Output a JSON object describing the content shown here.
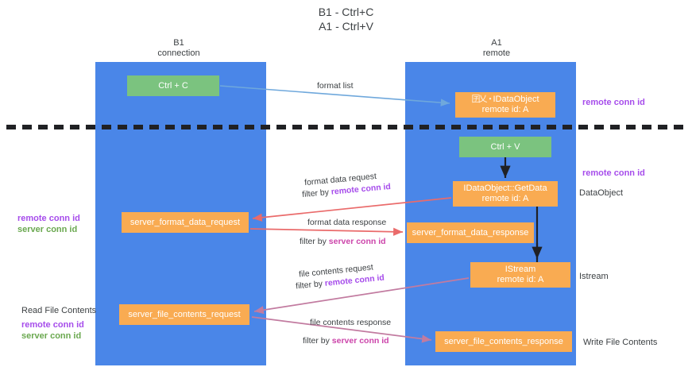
{
  "title": {
    "line1": "B1 - Ctrl+C",
    "line2": "A1 - Ctrl+V"
  },
  "columns": [
    {
      "name": "B1",
      "subtitle": "connection"
    },
    {
      "name": "A1",
      "subtitle": "remote"
    }
  ],
  "nodes": {
    "ctrl_c": {
      "label": "Ctrl + C",
      "color": "#7bc37f"
    },
    "idataobject": {
      "label": "IDataObject",
      "sublabel": "remote id: A",
      "artifact": "囝乂・",
      "color": "#f9ab52"
    },
    "ctrl_v": {
      "label": "Ctrl + V",
      "color": "#7bc37f"
    },
    "getdata": {
      "label": "IDataObject::GetData",
      "sublabel": "remote id: A",
      "color": "#f9ab52"
    },
    "server_format_data_request": {
      "label": "server_format_data_request",
      "color": "#f9ab52"
    },
    "server_format_data_response": {
      "label": "server_format_data_response",
      "color": "#f9ab52"
    },
    "istream": {
      "label": "IStream",
      "sublabel": "remote id: A",
      "color": "#f9ab52"
    },
    "server_file_contents_request": {
      "label": "server_file_contents_request",
      "color": "#f9ab52"
    },
    "server_file_contents_response": {
      "label": "server_file_contents_response",
      "color": "#f9ab52"
    }
  },
  "edge_labels": {
    "format_list": "format list",
    "format_data_request": "format data request",
    "format_data_request_filter_prefix": "filter by ",
    "format_data_request_filter_value": "remote conn id",
    "format_data_response": "format data response",
    "format_data_response_filter_prefix": "filter by ",
    "format_data_response_filter_value": "server conn id",
    "file_contents_request": "file contents request",
    "file_contents_request_filter_prefix": "filter by ",
    "file_contents_request_filter_value": "remote conn id",
    "file_contents_response": "file contents response",
    "file_contents_response_filter_prefix": "filter by ",
    "file_contents_response_filter_value": "server conn id"
  },
  "annotations": {
    "right_remote_conn_id_1": "remote conn id",
    "right_remote_conn_id_2": "remote conn id",
    "right_dataobject": "DataObject",
    "right_istream": "Istream",
    "right_write_file_contents": "Write File Contents",
    "left_remote_conn_id": "remote conn id",
    "left_server_conn_id": "server conn id",
    "left_read_file_contents": "Read File Contents",
    "left_remote_conn_id_2": "remote conn id",
    "left_server_conn_id_2": "server conn id"
  },
  "colors": {
    "lane": "#4a86e8",
    "green_node": "#7bc37f",
    "orange_node": "#f9ab52",
    "purple_text": "#a64ceb",
    "green_text": "#6aa84f",
    "red_arrow": "#ea6b6b",
    "blue_arrow": "#6fa8dc",
    "black_arrow": "#202124",
    "magenta_arrow": "#c27ba0",
    "separator": "#202124"
  }
}
